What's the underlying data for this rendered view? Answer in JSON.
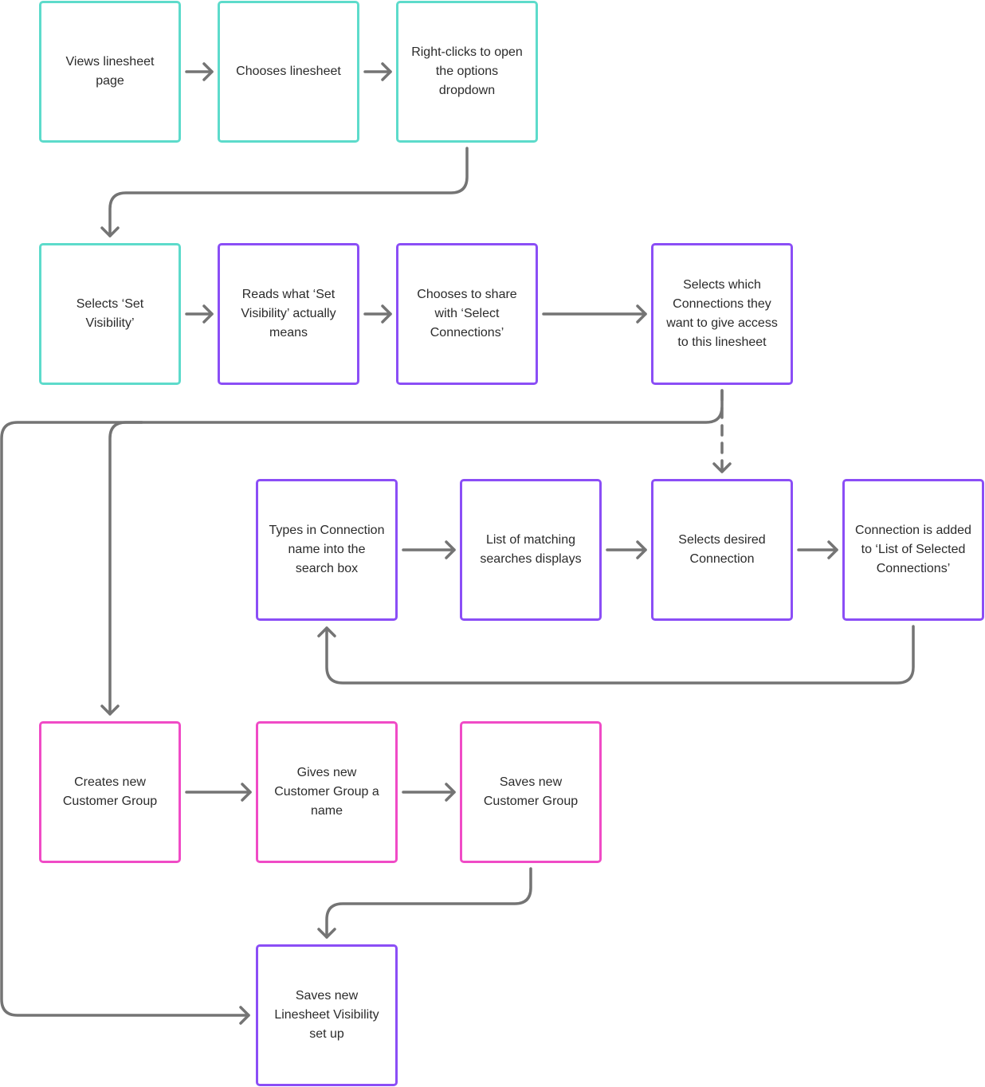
{
  "colors": {
    "awareness": "#5ddbcb",
    "connections": "#8b4ef6",
    "customer_group": "#f04bc6",
    "edge": "#747474"
  },
  "nodes": {
    "n1": "Views linesheet page",
    "n2": "Chooses linesheet",
    "n3": "Right-clicks to open the options dropdown",
    "n4": "Selects ‘Set Visibility’",
    "n5": "Reads what ‘Set Visibility’ actually means",
    "n6": "Chooses to share with ‘Select Connections’",
    "n7": "Selects which Connections they want to give access to this linesheet",
    "n8": "Types in Connection name into the search box",
    "n9": "List of matching searches displays",
    "n10": "Selects desired Connection",
    "n11": "Connection is added to ‘List of Selected Connections’",
    "n12": "Creates new Customer Group",
    "n13": "Gives new Customer Group a name",
    "n14": "Saves new Customer Group",
    "n15": "Saves new Linesheet Visibility set up"
  }
}
